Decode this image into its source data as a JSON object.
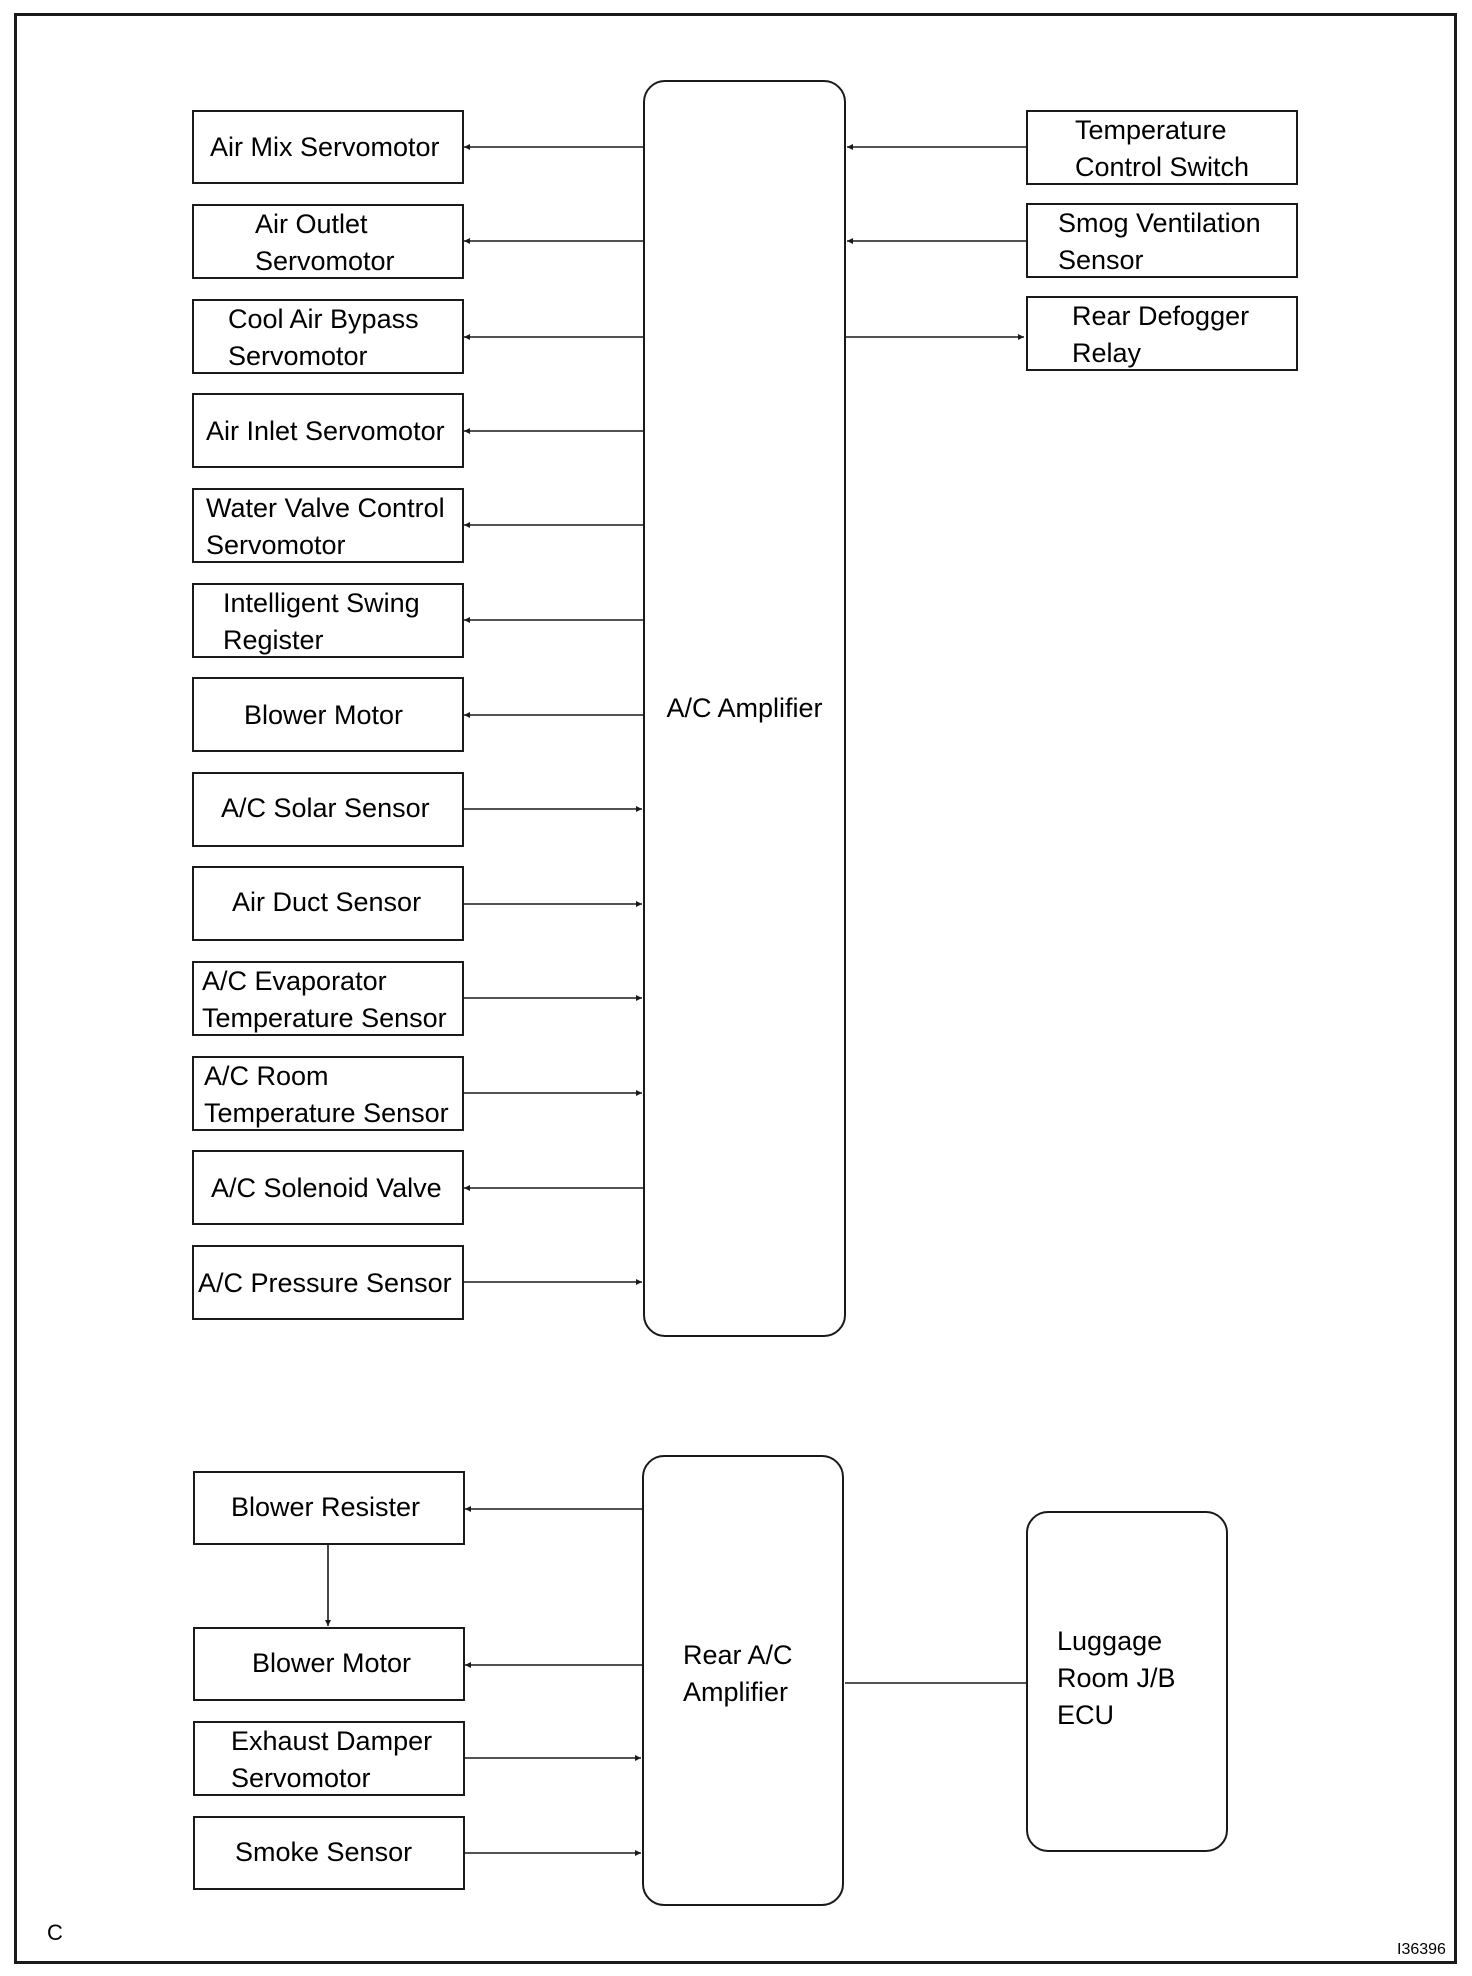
{
  "diagram": {
    "ac_amplifier": "A/C Amplifier",
    "outputs": [
      {
        "l1": "Air Mix Servomotor",
        "l2": ""
      },
      {
        "l1": "Air Outlet",
        "l2": "Servomotor"
      },
      {
        "l1": "Cool Air Bypass",
        "l2": "Servomotor"
      },
      {
        "l1": "Air Inlet Servomotor",
        "l2": ""
      },
      {
        "l1": "Water Valve Control",
        "l2": "Servomotor"
      },
      {
        "l1": "Intelligent Swing",
        "l2": "Register"
      },
      {
        "l1": "Blower Motor",
        "l2": ""
      }
    ],
    "inputs": [
      {
        "l1": "A/C Solar Sensor",
        "l2": ""
      },
      {
        "l1": "Air Duct Sensor",
        "l2": ""
      },
      {
        "l1": "A/C Evaporator",
        "l2": "Temperature Sensor"
      },
      {
        "l1": "A/C Room",
        "l2": "Temperature Sensor"
      }
    ],
    "solenoid": "A/C Solenoid Valve",
    "pressure": "A/C Pressure Sensor",
    "right": [
      {
        "l1": "Temperature",
        "l2": "Control Switch"
      },
      {
        "l1": "Smog Ventilation",
        "l2": "Sensor"
      },
      {
        "l1": "Rear Defogger",
        "l2": "Relay"
      }
    ],
    "rear_amplifier": {
      "l1": "Rear A/C",
      "l2": "Amplifier"
    },
    "rear_left": [
      {
        "l1": "Blower Resister",
        "l2": ""
      },
      {
        "l1": "Blower Motor",
        "l2": ""
      },
      {
        "l1": "Exhaust Damper",
        "l2": "Servomotor"
      },
      {
        "l1": "Smoke Sensor",
        "l2": ""
      }
    ],
    "luggage_ecu": {
      "l1": "Luggage",
      "l2": "Room J/B",
      "l3": "ECU"
    },
    "corner_label": "C",
    "figure_code": "I36396"
  }
}
